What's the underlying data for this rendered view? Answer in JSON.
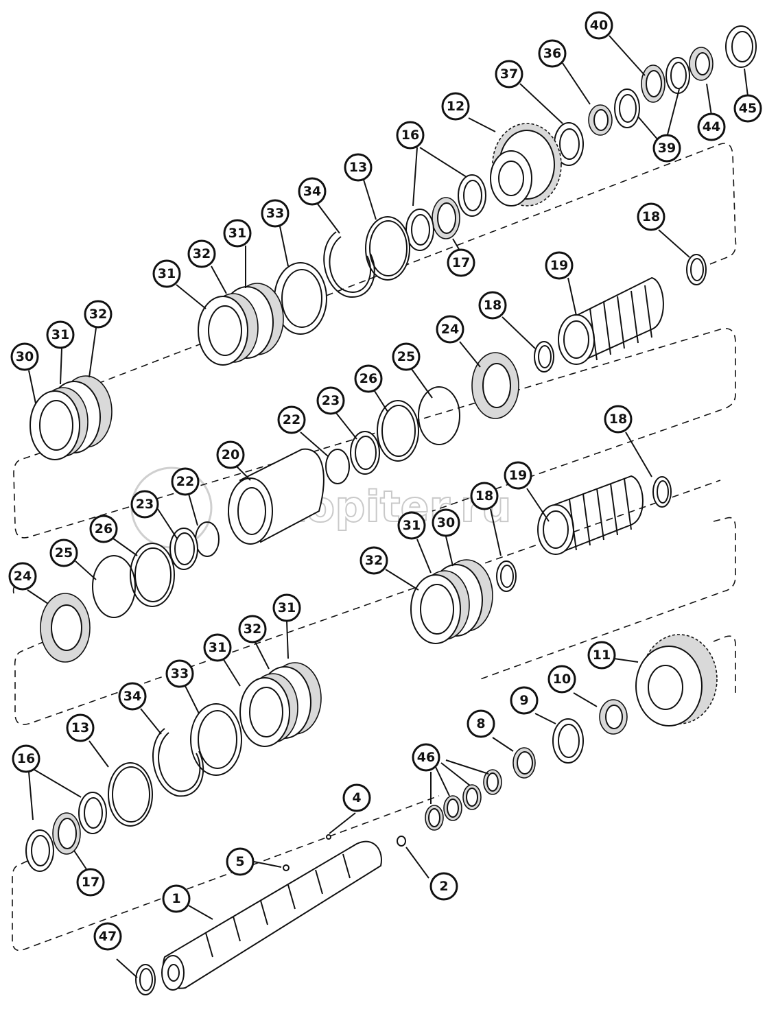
{
  "watermark": "autopiter.ru",
  "callouts": [
    {
      "label": "40"
    },
    {
      "label": "45"
    },
    {
      "label": "36"
    },
    {
      "label": "37"
    },
    {
      "label": "12"
    },
    {
      "label": "39"
    },
    {
      "label": "44"
    },
    {
      "label": "45"
    },
    {
      "label": "16"
    },
    {
      "label": "13"
    },
    {
      "label": "34"
    },
    {
      "label": "33"
    },
    {
      "label": "31"
    },
    {
      "label": "32"
    },
    {
      "label": "31"
    },
    {
      "label": "18"
    },
    {
      "label": "17"
    },
    {
      "label": "19"
    },
    {
      "label": "18"
    },
    {
      "label": "24"
    },
    {
      "label": "25"
    },
    {
      "label": "26"
    },
    {
      "label": "23"
    },
    {
      "label": "22"
    },
    {
      "label": "30"
    },
    {
      "label": "31"
    },
    {
      "label": "32"
    },
    {
      "label": "20"
    },
    {
      "label": "22"
    },
    {
      "label": "23"
    },
    {
      "label": "26"
    },
    {
      "label": "25"
    },
    {
      "label": "24"
    },
    {
      "label": "18"
    },
    {
      "label": "19"
    },
    {
      "label": "18"
    },
    {
      "label": "30"
    },
    {
      "label": "31"
    },
    {
      "label": "32"
    },
    {
      "label": "31"
    },
    {
      "label": "32"
    },
    {
      "label": "31"
    },
    {
      "label": "33"
    },
    {
      "label": "34"
    },
    {
      "label": "13"
    },
    {
      "label": "16"
    },
    {
      "label": "17"
    },
    {
      "label": "11"
    },
    {
      "label": "10"
    },
    {
      "label": "9"
    },
    {
      "label": "8"
    },
    {
      "label": "46"
    },
    {
      "label": "4"
    },
    {
      "label": "5"
    },
    {
      "label": "2"
    },
    {
      "label": "1"
    },
    {
      "label": "47"
    }
  ]
}
